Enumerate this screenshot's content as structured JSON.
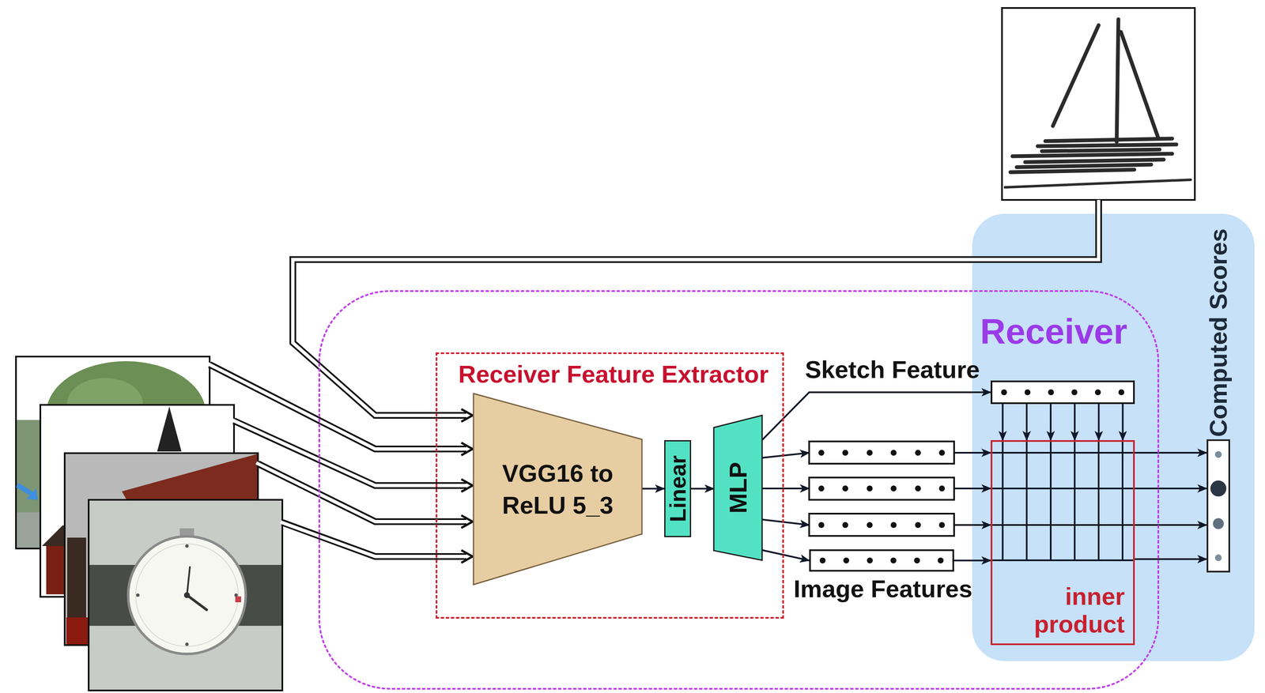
{
  "diagram": {
    "nodes": [
      {
        "text": [
          "Receiver"
        ]
      },
      {
        "text": [
          "Receiver Feature Extractor"
        ],
        "in": 0
      },
      {
        "text": [
          "VGG16 to ReLU 5_3"
        ],
        "in": 1
      },
      {
        "text": [
          "Linear"
        ],
        "in": 1
      },
      {
        "text": [
          "MLP"
        ],
        "in": 1
      },
      {
        "text": [
          "Sketch Feature"
        ],
        "in": 0
      },
      {
        "text": [
          "Image Features"
        ],
        "in": 0
      },
      {
        "text": [
          "inner product"
        ],
        "in": 0
      },
      {
        "text": [
          "Computed Scores"
        ]
      }
    ],
    "edges": [
      {
        "from": 2,
        "to": 3,
        "arrow": "to"
      },
      {
        "from": 3,
        "to": 4,
        "arrow": "to"
      },
      {
        "from": 4,
        "to": 5,
        "arrow": "to"
      },
      {
        "from": 4,
        "to": 6,
        "arrow": "to"
      },
      {
        "from": 5,
        "to": 7,
        "arrow": "to"
      },
      {
        "from": 6,
        "to": 7,
        "arrow": "to"
      },
      {
        "from": 7,
        "to": 8,
        "arrow": "to"
      }
    ]
  }
}
